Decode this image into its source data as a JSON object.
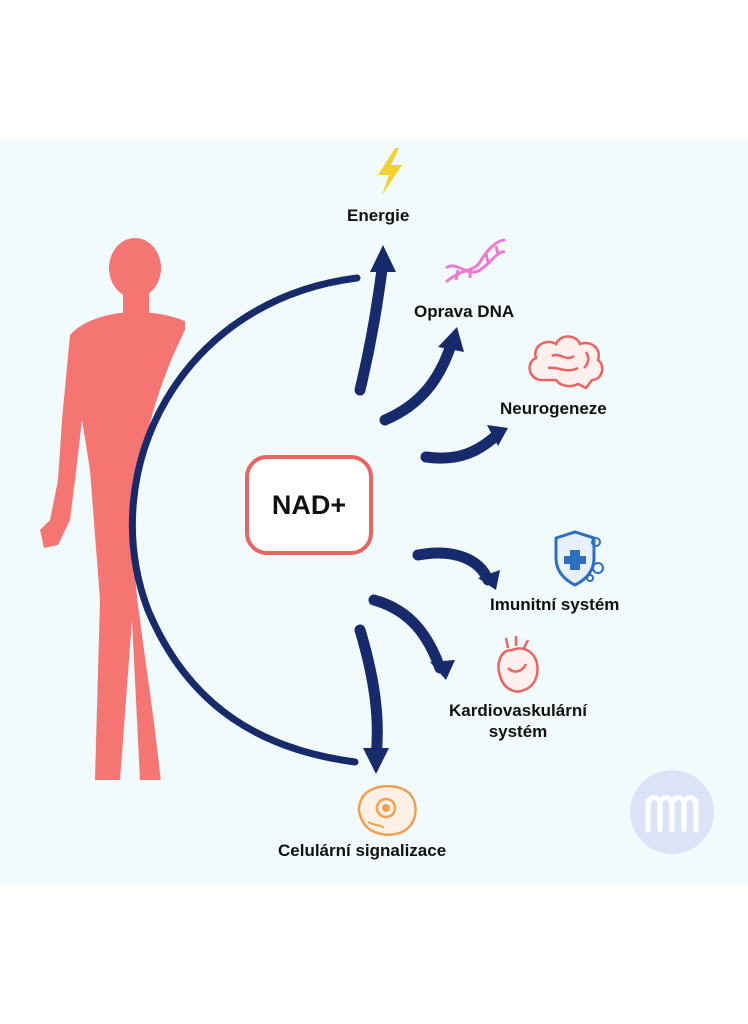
{
  "center": {
    "label": "NAD+"
  },
  "outcomes": [
    {
      "label": "Energie",
      "icon": "lightning-icon",
      "color": "#f5d130"
    },
    {
      "label": "Oprava DNA",
      "icon": "dna-icon",
      "color": "#f07ad0"
    },
    {
      "label": "Neurogeneze",
      "icon": "brain-icon",
      "color": "#ec6461"
    },
    {
      "label": "Imunitní systém",
      "icon": "immune-shield-icon",
      "color": "#2d6fc0"
    },
    {
      "label": "Kardiovaskulární systém",
      "icon": "heart-icon",
      "color": "#ec6461"
    },
    {
      "label": "Celulární signalizace",
      "icon": "cell-icon",
      "color": "#f0a050"
    }
  ],
  "colors": {
    "arrow": "#172a6b",
    "body": "#f47571",
    "accent": "#ec6461",
    "background": "#f2fbfc"
  },
  "figure": {
    "icon": "human-body-icon"
  },
  "logo": {
    "icon": "logo-icon",
    "color": "#dbe4f7"
  }
}
